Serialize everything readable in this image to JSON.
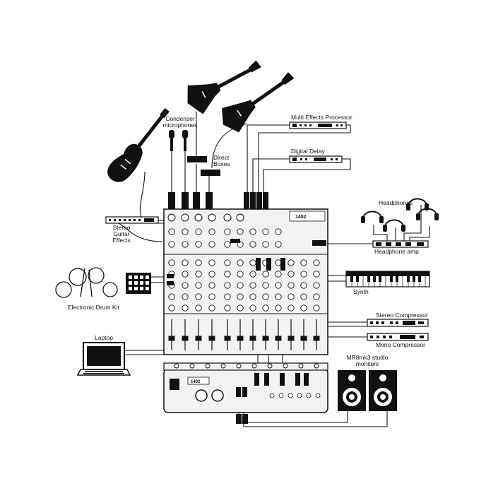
{
  "labels": {
    "condenser_microphones": "Condenser microphones",
    "direct_boxes": "Direct Boxes",
    "multi_effects_processor": "Multi Effects Processor",
    "digital_delay": "Digital Delay",
    "headphones": "Headphones",
    "headphone_amp": "Headphone amp",
    "stereo_guitar_effects": "Stereo Guitar Effects",
    "synth": "Synth",
    "electronic_drum_kit": "Electronic Drum Kit",
    "stereo_compressor": "Stereo Compressor",
    "mono_compressor": "Mono Compressor",
    "laptop": "Laptop",
    "studio_monitors": "MR8mk3 studio monitors",
    "mixer_model": "1402"
  },
  "colors": {
    "ink": "#111111",
    "paper": "#ffffff",
    "panel": "#f2f2f2"
  },
  "icons": [
    "electric-guitar-icon",
    "microphone-icon",
    "headphones-icon",
    "studio-monitor-icon",
    "keyboard-icon",
    "drum-pad-icon",
    "laptop-icon"
  ]
}
